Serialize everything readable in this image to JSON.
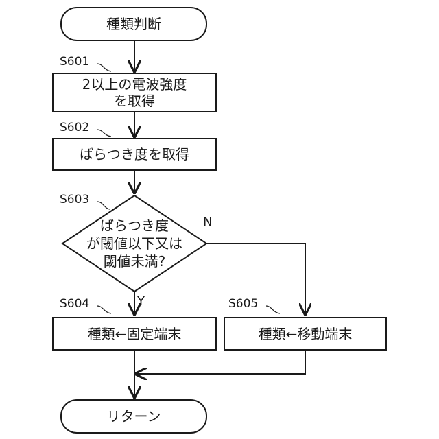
{
  "nodes": {
    "start": "種類判断",
    "s601_line1": "2以上の電波強度",
    "s601_line2": "を取得",
    "s602": "ばらつき度を取得",
    "s603_line1": "ばらつき度",
    "s603_line2": "が閾値以下又は",
    "s603_line3": "閾値未満?",
    "s604": "種類←固定端末",
    "s605": "種類←移動端末",
    "end": "リターン"
  },
  "steps": {
    "s601": "S601",
    "s602": "S602",
    "s603": "S603",
    "s604": "S604",
    "s605": "S605"
  },
  "branches": {
    "yes": "Y",
    "no": "N"
  }
}
